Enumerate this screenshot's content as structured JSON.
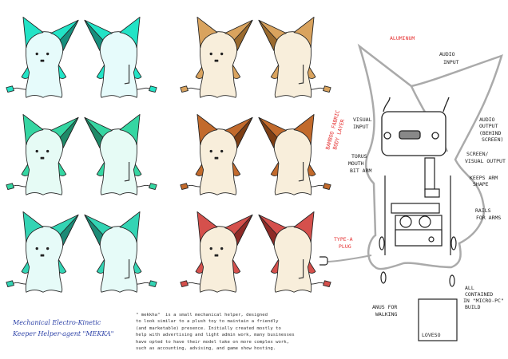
{
  "characters": [
    {
      "view": "front",
      "ear": "#22e3c6",
      "ear_dark": "#178f7d",
      "body": "#e6fbfb"
    },
    {
      "view": "back",
      "ear": "#22e3c6",
      "ear_dark": "#178f7d",
      "body": "#e6fbfb"
    },
    {
      "view": "front",
      "ear": "#d9a35e",
      "ear_dark": "#9a6a2e",
      "body": "#f8eedb"
    },
    {
      "view": "back",
      "ear": "#d9a35e",
      "ear_dark": "#9a6a2e",
      "body": "#f8eedb"
    },
    {
      "view": "front",
      "ear": "#35d6a2",
      "ear_dark": "#1e8a68",
      "body": "#e6fbf5"
    },
    {
      "view": "back",
      "ear": "#35d6a2",
      "ear_dark": "#1e8a68",
      "body": "#e6fbf5"
    },
    {
      "view": "front",
      "ear": "#c26a2c",
      "ear_dark": "#7d3e14",
      "body": "#f8eedb"
    },
    {
      "view": "back",
      "ear": "#c26a2c",
      "ear_dark": "#7d3e14",
      "body": "#f8eedb"
    },
    {
      "view": "front",
      "ear": "#33d4b4",
      "ear_dark": "#1c8a76",
      "body": "#e6fbf8"
    },
    {
      "view": "back",
      "ear": "#33d4b4",
      "ear_dark": "#1c8a76",
      "body": "#e6fbf8"
    },
    {
      "view": "front",
      "ear": "#d5504c",
      "ear_dark": "#8e2a27",
      "body": "#f8eedb"
    },
    {
      "view": "back",
      "ear": "#d5504c",
      "ear_dark": "#8e2a27",
      "body": "#f8eedb"
    }
  ],
  "diagram": {
    "labels": {
      "aluminum": "ALUMINUM",
      "audio_input_1": "AUDIO",
      "audio_input_2": "INPUT",
      "visual_input_1": "VISUAL",
      "visual_input_2": "INPUT",
      "bamboo_1": "BAMBOO FABRIC",
      "bamboo_2": "BODY LAYER",
      "audio_output_1": "AUDIO",
      "audio_output_2": "OUTPUT",
      "audio_output_3": "(BEHIND",
      "audio_output_4": "SCREEN)",
      "screen_1": "SCREEN/",
      "screen_2": "VISUAL OUTPUT",
      "torus_1": "TORUS",
      "torus_2": "MOUTH",
      "torus_3": "BIT ARM",
      "keeps_arm_1": "KEEPS ARM",
      "keeps_arm_2": "SHAPE",
      "rails_1": "RAILS",
      "rails_2": "FOR ARMS",
      "type_a_1": "TYPE-A",
      "type_a_2": "PLUG",
      "anus_1": "ANUS FOR",
      "anus_2": "WALKING",
      "all_1": "ALL",
      "all_2": "CONTAINED",
      "all_3": "IN \"MICRO-PC\"",
      "all_4": "BUILD",
      "box_label": "LOVESO"
    }
  },
  "notes": {
    "handwritten_1": "Mechanical Electro-Kinetic",
    "handwritten_2": "Keeper Helper-agent \"MEKKA\"",
    "description": "\" mekkha\"  is a small mechanical helper, designed\nto look similar to a plush toy to maintain a friendly\n(and marketable) presence. Initially created mostly to\nhelp with advertising and light admin work, many businesses\nhave opted to have their model take on more complex work,\nsuch as accounting, advising, and game show hosting."
  }
}
